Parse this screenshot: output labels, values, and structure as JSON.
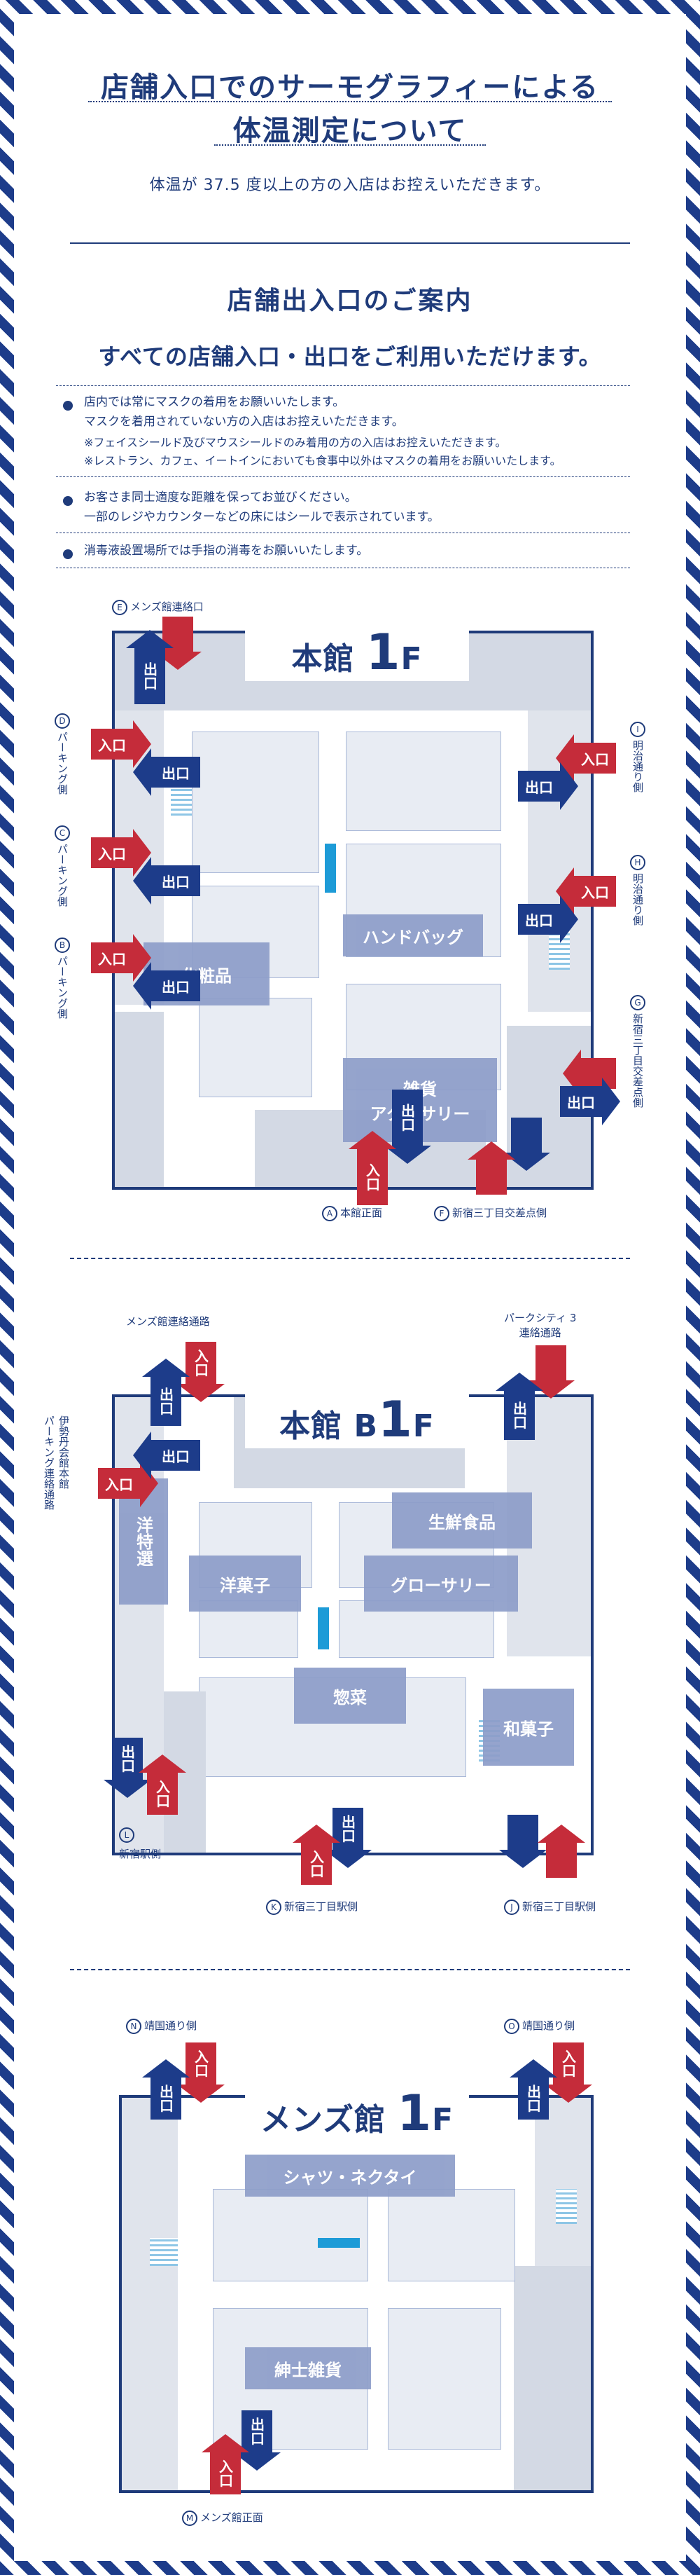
{
  "header": {
    "title_line1": "店舗入口でのサーモグラフィーによる",
    "title_line2": "体温測定について",
    "subtitle": "体温が 37.5 度以上の方の入店はお控えいただきます。"
  },
  "guide": {
    "title": "店舗出入口のご案内",
    "lead": "すべての店舗入口・出口をご利用いただけます。",
    "notes": [
      "店内では常にマスクの着用をお願いいたします。",
      "マスクを着用されていない方の入店はお控えいただきます。",
      "※フェイスシールド及びマウスシールドのみ着用の方の入店はお控えいただきます。",
      "※レストラン、カフェ、イートインにおいても食事中以外はマスクの着用をお願いいたします。",
      "お客さま同士適度な距離を保ってお並びください。",
      "一部のレジやカウンターなどの床にはシールで表示されています。",
      "消毒液設置場所では手指の消毒をお願いいたします。"
    ]
  },
  "arrows": {
    "in": "入口",
    "out": "出口"
  },
  "floor1": {
    "title_a": "本館 ",
    "title_b": "1",
    "title_c": "F",
    "areas": [
      "ハンドバッグ",
      "化粧品",
      "雑貨\nアクセサリー"
    ],
    "doors": {
      "E": "メンズ館連絡口",
      "D": "パーキング側",
      "C": "パーキング側",
      "B": "パーキング側",
      "I": "明治通り側",
      "H": "明治通り側",
      "G": "新宿三丁目交差点側",
      "A": "本館正面",
      "F": "新宿三丁目交差点側"
    }
  },
  "floorB1": {
    "title_a": "本館 B",
    "title_b": "1",
    "title_c": "F",
    "areas": [
      "生鮮食品",
      "洋特選",
      "洋菓子",
      "グローサリー",
      "惣菜",
      "和菓子"
    ],
    "doors": {
      "mens": "メンズ館連絡通路",
      "park": "パークシティ 3\n連絡通路",
      "isetan": "伊勢丹会館本館\nパーキング連絡通路",
      "L": "新宿駅側",
      "K": "新宿三丁目駅側",
      "J": "新宿三丁目駅側"
    }
  },
  "mens1": {
    "title_a": "メンズ館 ",
    "title_b": "1",
    "title_c": "F",
    "areas": [
      "シャツ・ネクタイ",
      "紳士雑貨"
    ],
    "doors": {
      "N": "靖国通り側",
      "O": "靖国通り側",
      "M": "メンズ館正面"
    }
  },
  "colors": {
    "navy": "#1d3c8a",
    "red": "#c52c3a",
    "label": "#8d9dc9",
    "escalator": "#1d9bd7"
  }
}
